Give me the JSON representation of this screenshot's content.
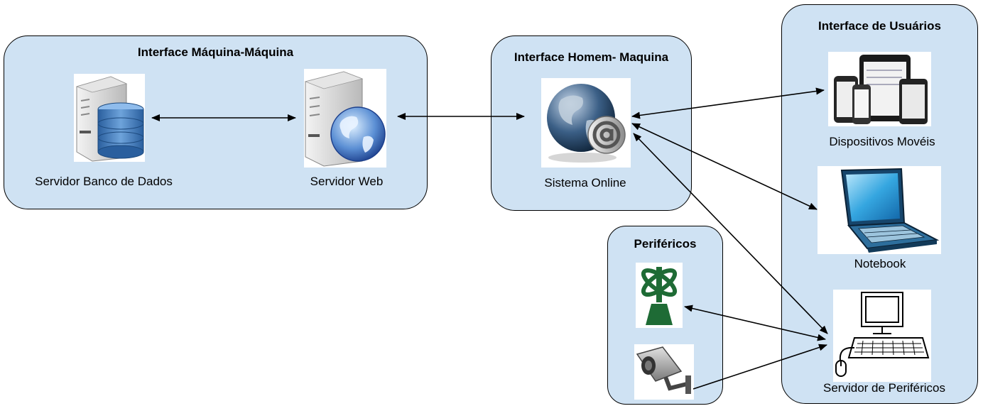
{
  "groups": {
    "m2m": {
      "title": "Interface Máquina-Máquina"
    },
    "hm": {
      "title": "Interface Homem- Maquina"
    },
    "users": {
      "title": "Interface de Usuários"
    },
    "peripherals": {
      "title": "Periféricos"
    }
  },
  "nodes": {
    "db_server": {
      "label": "Servidor Banco de Dados",
      "icon": "database-server-icon"
    },
    "web_server": {
      "label": "Servidor Web",
      "icon": "web-server-icon"
    },
    "online_system": {
      "label": "Sistema Online",
      "icon": "globe-at-sign-icon"
    },
    "mobile": {
      "label": "Dispositivos Movéis",
      "icon": "mobile-devices-icon"
    },
    "notebook": {
      "label": "Notebook",
      "icon": "laptop-icon"
    },
    "periph_server": {
      "label": "Servidor de Periféricos",
      "icon": "desktop-computer-icon"
    },
    "antenna": {
      "icon": "antenna-tower-icon"
    },
    "camera": {
      "icon": "security-camera-icon"
    }
  },
  "connections": [
    {
      "from": "db_server",
      "to": "web_server",
      "bidirectional": true
    },
    {
      "from": "web_server",
      "to": "online_system",
      "bidirectional": true
    },
    {
      "from": "online_system",
      "to": "mobile",
      "bidirectional": true
    },
    {
      "from": "online_system",
      "to": "notebook",
      "bidirectional": true
    },
    {
      "from": "online_system",
      "to": "periph_server",
      "bidirectional": true
    },
    {
      "from": "antenna",
      "to": "periph_server",
      "bidirectional": true
    },
    {
      "from": "camera",
      "to": "periph_server",
      "bidirectional": false
    }
  ],
  "colors": {
    "group_fill": "#cfe2f3",
    "border": "#000000",
    "antenna_green": "#1e6b35"
  }
}
